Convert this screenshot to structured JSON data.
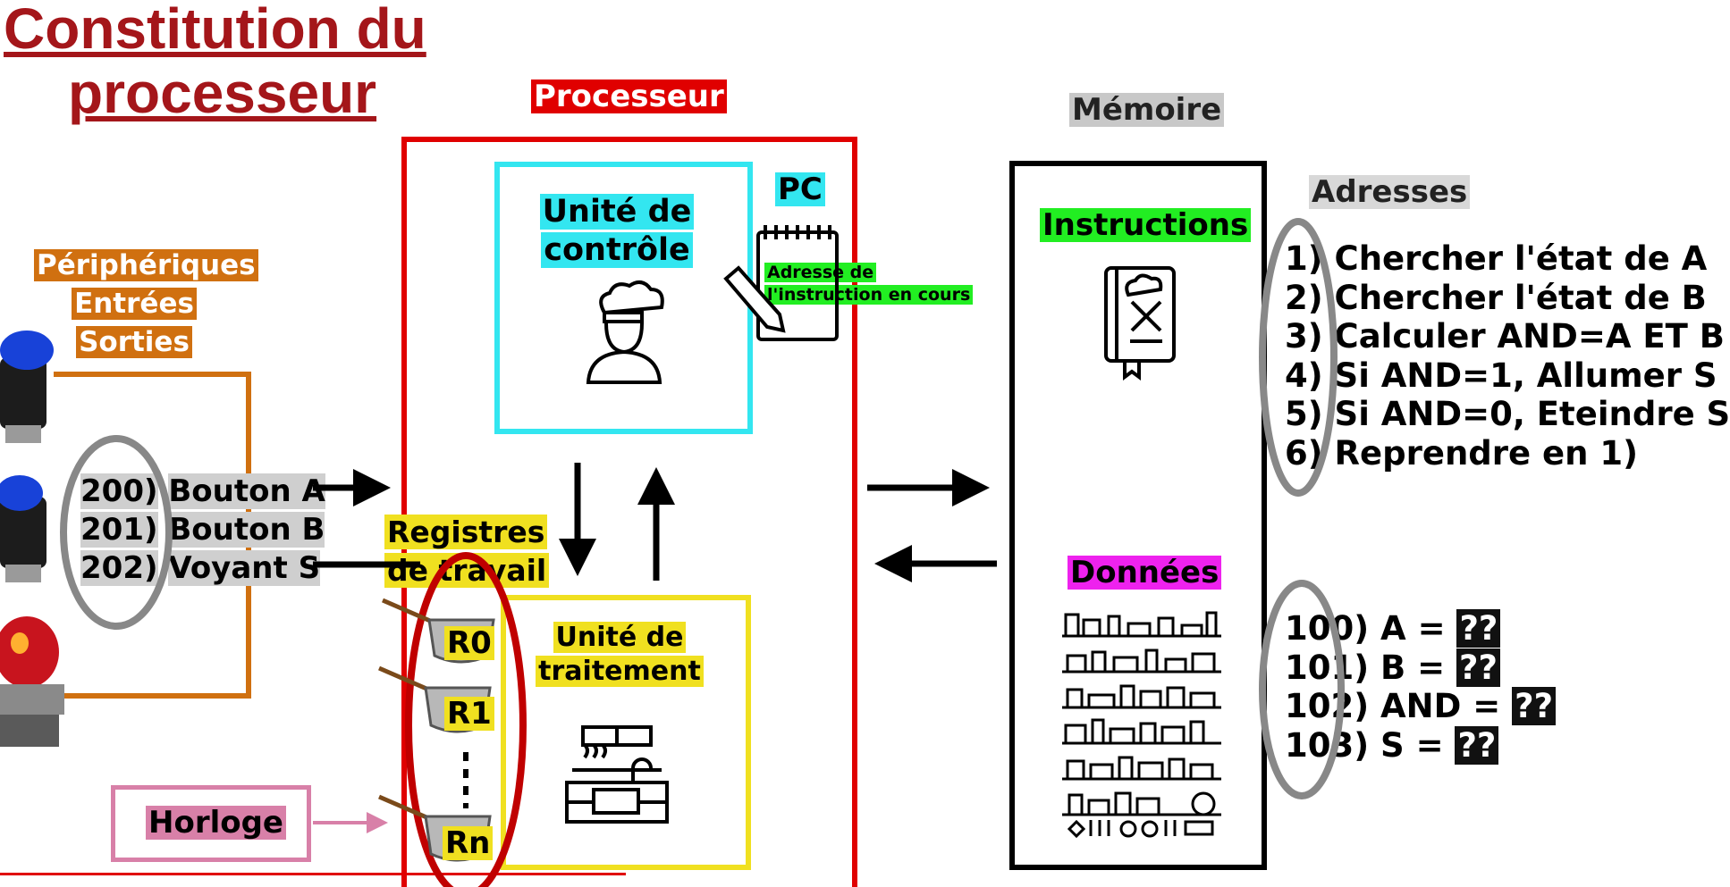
{
  "title": {
    "line1": "Constitution du",
    "line2": "processeur"
  },
  "peripherals": {
    "heading": [
      "Périphériques",
      "Entrées",
      "Sorties"
    ],
    "items": [
      {
        "address": "200)",
        "label": "Bouton A"
      },
      {
        "address": "201)",
        "label": "Bouton B"
      },
      {
        "address": "202)",
        "label": "Voyant S"
      }
    ]
  },
  "clock": {
    "label": "Horloge"
  },
  "processor": {
    "label": "Processeur",
    "control_unit": {
      "line1": "Unité de",
      "line2": "contrôle"
    },
    "pc": {
      "label": "PC",
      "note_line1": "Adresse de",
      "note_line2": "l'instruction en cours"
    },
    "registers": {
      "line1": "Registres",
      "line2": "de travail",
      "items": [
        "R0",
        "R1",
        "Rn"
      ]
    },
    "processing_unit": {
      "line1": "Unité de",
      "line2": "traitement"
    }
  },
  "memory": {
    "label": "Mémoire",
    "instructions_label": "Instructions",
    "data_label": "Données"
  },
  "addresses": {
    "label": "Adresses",
    "instructions": [
      {
        "num": "1)",
        "text": "Chercher l'état de A"
      },
      {
        "num": "2)",
        "text": "Chercher l'état de B"
      },
      {
        "num": "3)",
        "text": "Calculer AND=A ET B"
      },
      {
        "num": "4)",
        "text": "Si AND=1, Allumer S"
      },
      {
        "num": "5)",
        "text": "Si AND=0, Eteindre S"
      },
      {
        "num": "6)",
        "text": "Reprendre en 1)"
      }
    ],
    "data": [
      {
        "num": "100)",
        "name": "A =",
        "value": "??"
      },
      {
        "num": "101)",
        "name": "B =",
        "value": "??"
      },
      {
        "num": "102)",
        "name": "AND =",
        "value": "??"
      },
      {
        "num": "103)",
        "name": "S =",
        "value": "??"
      }
    ]
  },
  "colors": {
    "title": "#a4161a",
    "processor": "#e00000",
    "control": "#33e6f0",
    "processing": "#f0e020",
    "peripheral": "#d07010",
    "clock": "#d880a8",
    "instructions": "#22ee22",
    "data": "#ee22ee",
    "register_ring": "#c00000"
  }
}
